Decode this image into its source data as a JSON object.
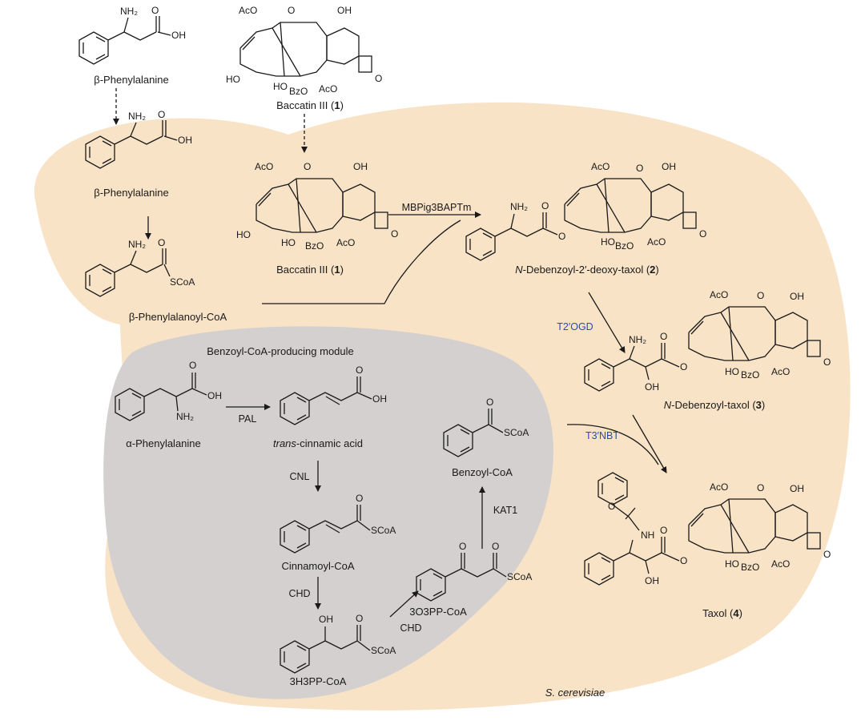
{
  "colors": {
    "cell_region": "#f8e3c7",
    "module_region": "#d3d0cf",
    "enzyme_highlight": "#2b49b8"
  },
  "compounds": {
    "beta_phe_top": "β-Phenylalanine",
    "baccatin_top": "Baccatin III (",
    "baccatin_top_num": "1",
    "baccatin_top_close": ")",
    "beta_phe_mid": "β-Phenylalanine",
    "beta_phe_coa": "β-Phenylalanoyl-CoA",
    "baccatin_mid": "Baccatin III (",
    "baccatin_mid_num": "1",
    "baccatin_mid_close": ")",
    "cmpd2_italic": "N",
    "cmpd2": "-Debenzoyl-2′-deoxy-taxol (",
    "cmpd2_num": "2",
    "cmpd2_close": ")",
    "cmpd3_italic": "N",
    "cmpd3": "-Debenzoyl-taxol (",
    "cmpd3_num": "3",
    "cmpd3_close": ")",
    "taxol": "Taxol (",
    "taxol_num": "4",
    "taxol_close": ")",
    "alpha_phe": "α-Phenylalanine",
    "cinnamic_italic": "trans",
    "cinnamic": "-cinnamic acid",
    "cinnamoyl_coa": "Cinnamoyl-CoA",
    "hpp_coa": "3H3PP-CoA",
    "opp_coa": "3O3PP-CoA",
    "benzoyl_coa": "Benzoyl-CoA"
  },
  "enzymes": {
    "mbp": "MBPig3BAPTm",
    "t2ogd": "T2′OGD",
    "t3nbt": "T3′NBT",
    "pal": "PAL",
    "cnl": "CNL",
    "chd1": "CHD",
    "chd2": "CHD",
    "kat1": "KAT1"
  },
  "module_title": "Benzoyl-CoA-producing module",
  "organism": "S. cerevisiae",
  "atoms": {
    "nh2": "NH₂",
    "oh": "OH",
    "o": "O",
    "aco": "AcO",
    "ho": "HO",
    "bzo": "BzO",
    "scoa": "SCoA",
    "nh": "NH"
  }
}
